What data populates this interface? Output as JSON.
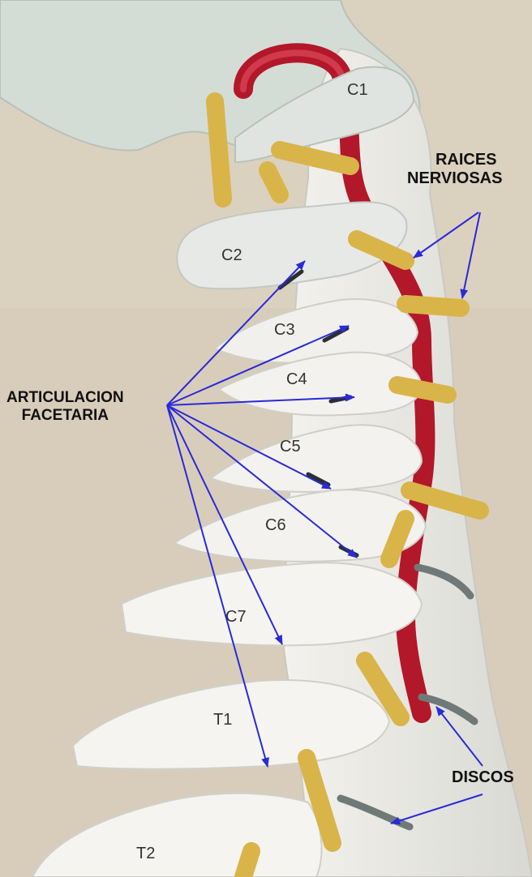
{
  "annotations": {
    "raices_line1": "RAICES",
    "raices_line2": "NERVIOSAS",
    "articulacion_line1": "ARTICULACION",
    "articulacion_line2": "FACETARIA",
    "discos": "DISCOS"
  },
  "vertebrae": [
    "C1",
    "C2",
    "C3",
    "C4",
    "C5",
    "C6",
    "C7",
    "T1",
    "T2"
  ],
  "colors": {
    "arrow": "#2a2ad8",
    "bone": "#efeeea",
    "nerve": "#d9b449",
    "artery": "#b3172a",
    "disc": "#6f7a78",
    "background": "#d8cdbb"
  }
}
